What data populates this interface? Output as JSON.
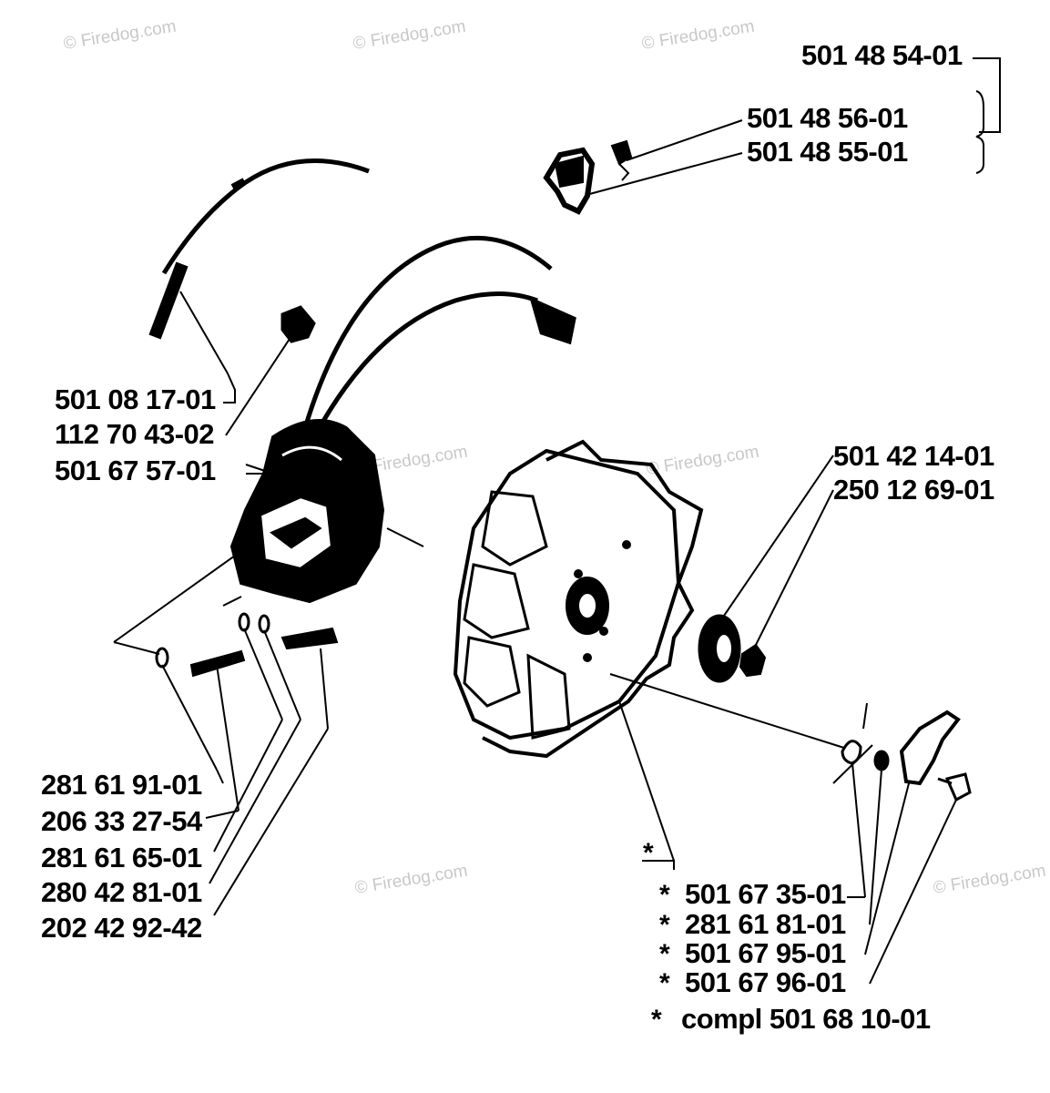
{
  "watermark": "© Firedog.com",
  "colors": {
    "ink": "#000000",
    "watermark": "#c8c8c8",
    "background": "#ffffff"
  },
  "top_right": {
    "kit": "501 48 54-01",
    "part_1": "501 48 56-01",
    "part_2": "501 48 55-01"
  },
  "left_upper": [
    "501 08 17-01",
    "112 70 43-02",
    "501 67 57-01"
  ],
  "right_middle": [
    "501 42 14-01",
    "250 12 69-01"
  ],
  "left_lower": [
    "281 61 91-01",
    "206 33 27-54",
    "281 61 65-01",
    "280 42 81-01",
    "202 42 92-42"
  ],
  "bottom_right": {
    "asterisk": "*",
    "items": [
      {
        "mark": "*",
        "number": "501 67 35-01"
      },
      {
        "mark": "*",
        "number": "281 61 81-01"
      },
      {
        "mark": "*",
        "number": "501 67 95-01"
      },
      {
        "mark": "*",
        "number": "501 67 96-01"
      }
    ],
    "compl_mark": "*",
    "compl": "compl 501 68 10-01"
  }
}
